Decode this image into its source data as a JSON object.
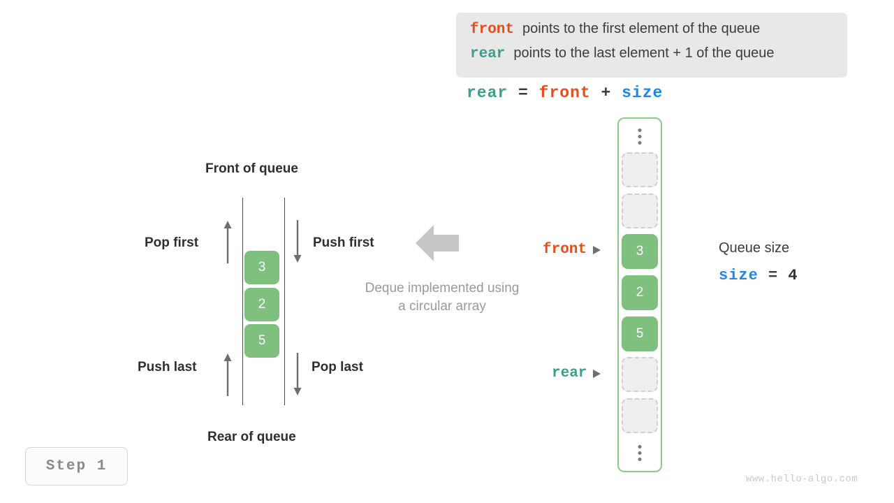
{
  "legend": {
    "lines": [
      {
        "keyword": "front",
        "text": "points to the first element of the queue",
        "color": "#ec4a18"
      },
      {
        "keyword": "rear",
        "text": "points to the last element + 1 of the queue",
        "color": "#3c9e8c"
      }
    ]
  },
  "formula": {
    "lhs": "rear",
    "eq": "=",
    "rhs1": "front",
    "plus": "+",
    "rhs2": "size"
  },
  "deque": {
    "front_label": "Front of queue",
    "rear_label": "Rear of queue",
    "pop_first": "Pop first",
    "push_first": "Push first",
    "push_last": "Push last",
    "pop_last": "Pop last",
    "cells": [
      "3",
      "2",
      "5"
    ],
    "caption_line1": "Deque implemented using",
    "caption_line2": "a circular array"
  },
  "array": {
    "ellipsis_top": "vertical-ellipsis",
    "ellipsis_bottom": "vertical-ellipsis",
    "slots": [
      {
        "value": "",
        "state": "empty"
      },
      {
        "value": "",
        "state": "empty"
      },
      {
        "value": "3",
        "state": "filled"
      },
      {
        "value": "2",
        "state": "filled"
      },
      {
        "value": "5",
        "state": "filled"
      },
      {
        "value": "",
        "state": "empty"
      },
      {
        "value": "",
        "state": "empty"
      }
    ],
    "front_pointer": "front",
    "rear_pointer": "rear"
  },
  "size_info": {
    "title": "Queue size",
    "var": "size",
    "eq": "=",
    "value": "4"
  },
  "step_badge": "Step 1",
  "watermark": "www.hello-algo.com",
  "colors": {
    "front": "#ec4a18",
    "rear": "#3c9e8c",
    "size": "#1e88e5",
    "cell_fill": "#7fc07f",
    "array_border": "#8cc98c",
    "legend_bg": "#e8e8e8"
  }
}
